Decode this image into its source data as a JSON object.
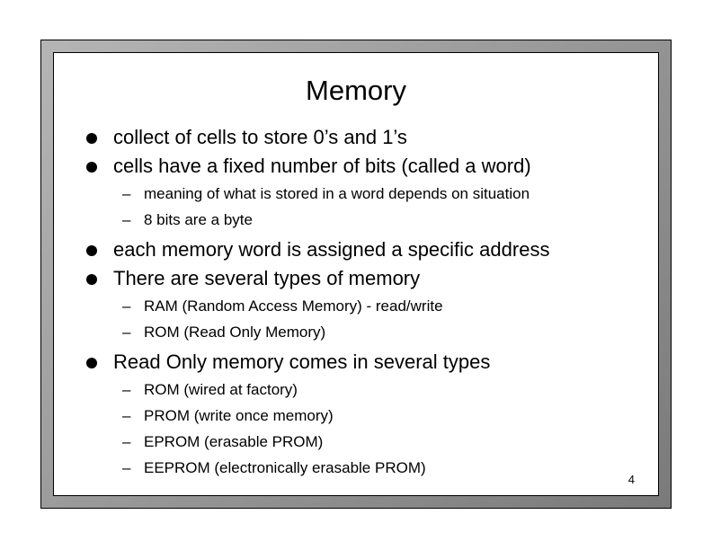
{
  "slide": {
    "title": "Memory",
    "page_number": "4",
    "bullets": [
      {
        "text": "collect of cells to store 0’s and 1’s",
        "subs": []
      },
      {
        "text": "cells have a fixed number of bits (called a word)",
        "subs": [
          "meaning of what is stored in a word depends on situation",
          "8 bits are a byte"
        ]
      },
      {
        "text": "each memory word is assigned a specific address",
        "subs": []
      },
      {
        "text": "There are several types of memory",
        "subs": [
          "RAM (Random Access Memory) - read/write",
          "ROM (Read Only Memory)"
        ]
      },
      {
        "text": "Read Only memory comes in several types",
        "subs": [
          "ROM (wired at factory)",
          "PROM (write once memory)",
          "EPROM (erasable PROM)",
          "EEPROM (electronically erasable PROM)"
        ]
      }
    ],
    "sub_marker": "–"
  }
}
